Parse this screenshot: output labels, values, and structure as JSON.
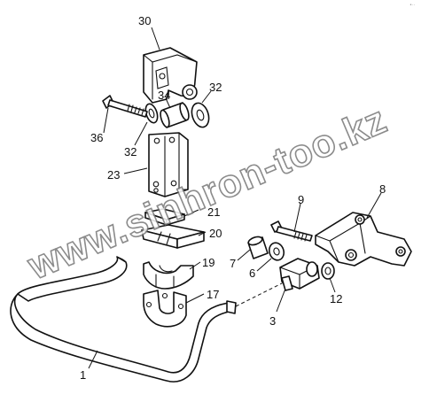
{
  "diagram": {
    "corner_code": "•··",
    "watermark": "www.sinhron-too.kz",
    "callouts": [
      "30",
      "34",
      "32",
      "36",
      "32",
      "23",
      "21",
      "20",
      "19",
      "17",
      "9",
      "8",
      "7",
      "6",
      "12",
      "3",
      "1"
    ]
  }
}
